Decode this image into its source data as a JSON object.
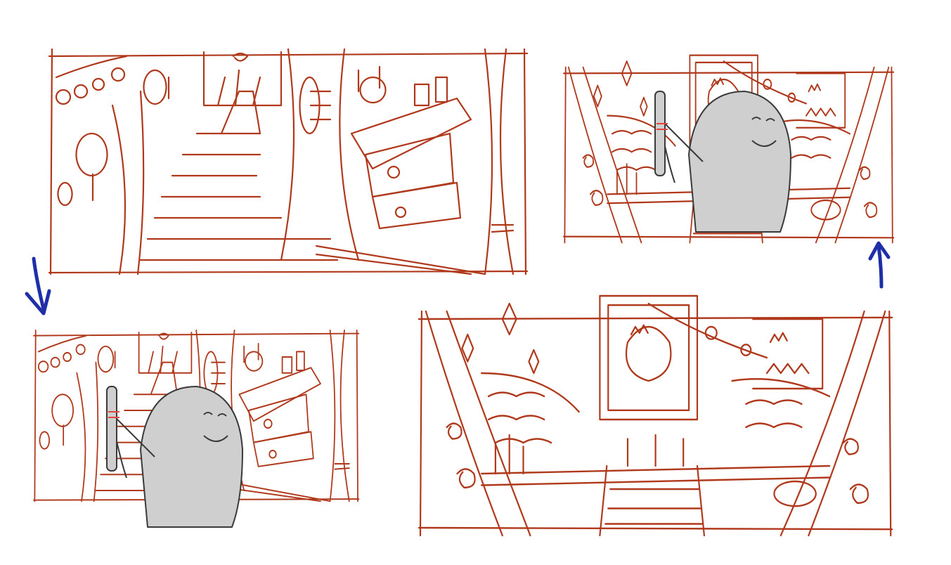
{
  "colors": {
    "ink": "#b0391c",
    "arrow": "#1f2fa8",
    "character_fill": "#cfcfcf",
    "character_line": "#3a3a3a",
    "paper": "#ffffff"
  },
  "panels": [
    {
      "id": "panel-1",
      "scene": "staircase-interior",
      "has_character": false,
      "order": 1
    },
    {
      "id": "panel-2",
      "scene": "staircase-interior",
      "has_character": true,
      "order": 2
    },
    {
      "id": "panel-3",
      "scene": "portrait-hall",
      "has_character": false,
      "order": 3
    },
    {
      "id": "panel-4",
      "scene": "portrait-hall",
      "has_character": true,
      "order": 4
    }
  ],
  "arrows": [
    {
      "id": "arrow-down",
      "direction": "down",
      "from": "panel-1",
      "to": "panel-2"
    },
    {
      "id": "arrow-up",
      "direction": "up",
      "from": "panel-3",
      "to": "panel-4"
    }
  ],
  "icons": [
    "arrow-down-icon",
    "arrow-up-icon",
    "portrait-frame-icon",
    "crystal-ornament-icon",
    "crown-banner-icon"
  ]
}
